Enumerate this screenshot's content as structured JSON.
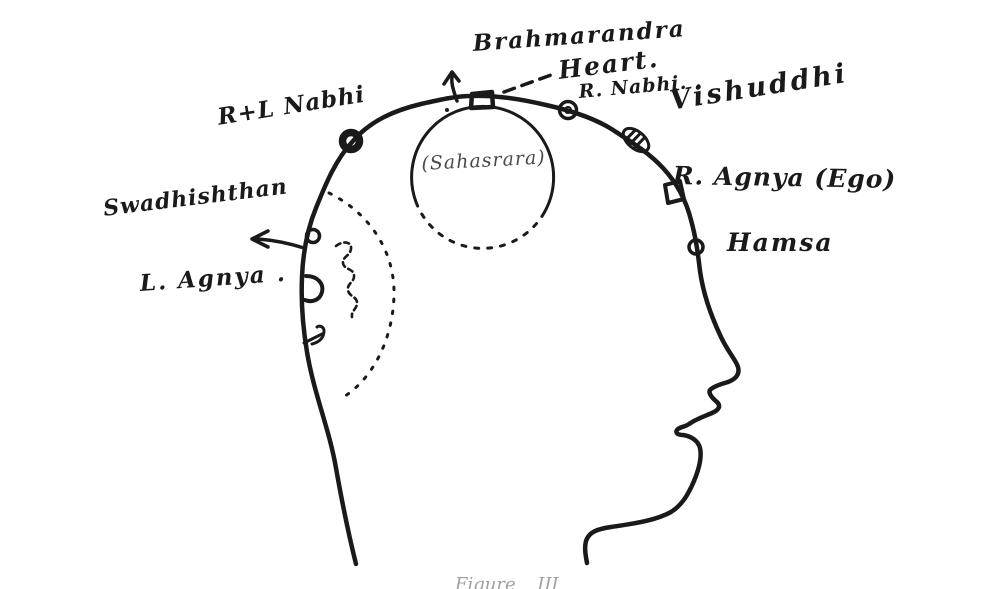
{
  "figure": {
    "caption": "Figure III",
    "labels": {
      "brahmarandra": "Brahmarandra",
      "heart": "Heart.",
      "r_nabhi": "R. Nabhi. .",
      "vishuddhi": "Vishuddhi",
      "r_agnya": "R. Agnya (Ego)",
      "hamsa": "Hamsa",
      "rl_nabhi": "R+L Nabhi",
      "swadhishthan": "Swadhishthan",
      "l_agnya": "L. Agnya .",
      "sahasrara": "(Sahasrara)"
    },
    "colors": {
      "ink": "#1a1a1a",
      "faint_ink": "#4a4a4a",
      "caption_gray": "#a0a0a0",
      "background": "#ffffff"
    }
  }
}
